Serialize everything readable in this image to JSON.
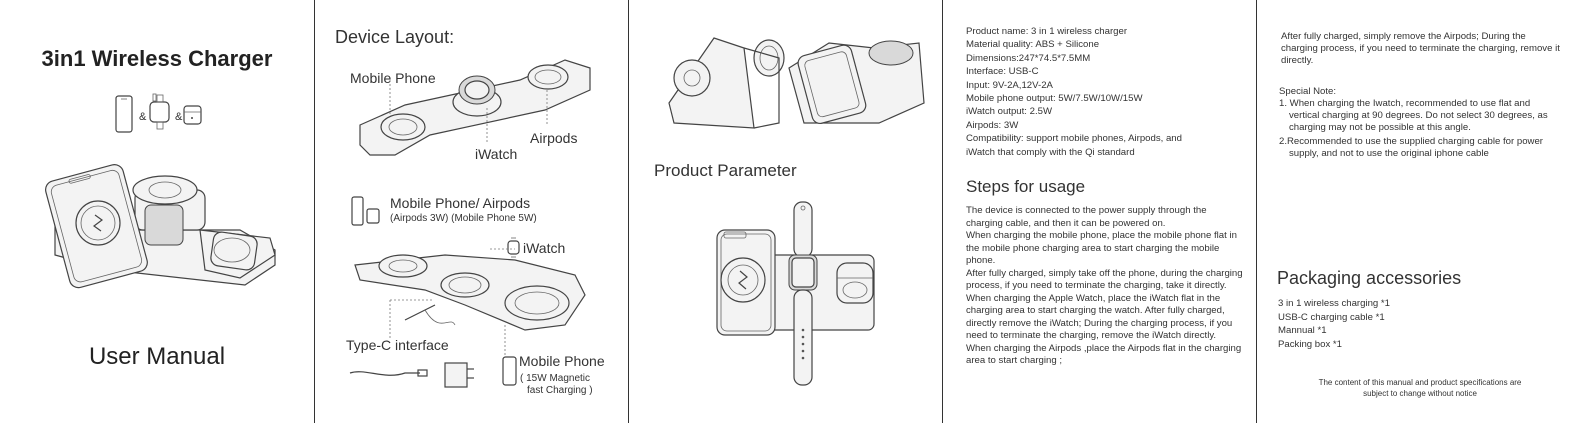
{
  "panel1": {
    "title": "3in1 Wireless Charger",
    "amp1": "&",
    "amp2": "&",
    "footer_title": "User Manual"
  },
  "panel2": {
    "heading": "Device Layout:",
    "top_labels": {
      "mobile_phone": "Mobile Phone",
      "iwatch": "iWatch",
      "airpods": "Airpods"
    },
    "bottom_labels": {
      "mobile_airpods": "Mobile Phone/ Airpods",
      "mobile_airpods_sub": "(Airpods 3W) (Mobile Phone 5W)",
      "iwatch": "iWatch",
      "typec": "Type-C interface",
      "mobile_phone": "Mobile Phone",
      "mobile_phone_sub1": "( 15W Magnetic",
      "mobile_phone_sub2": "fast Charging )"
    }
  },
  "panel3": {
    "heading": "Product Parameter"
  },
  "panel4": {
    "params": [
      "Product name: 3 in 1 wireless charger",
      "Material quality: ABS + Silicone",
      "Dimensions:247*74.5*7.5MM",
      "Interface: USB-C",
      "Input: 9V-2A,12V-2A",
      "Mobile phone output: 5W/7.5W/10W/15W",
      "iWatch output: 2.5W",
      "Airpods: 3W",
      "Compatibility: support mobile phones, Airpods, and iWatch that comply with the Qi standard"
    ],
    "steps_heading": "Steps for usage",
    "steps": [
      "The device is connected to the power supply through the charging cable, and then it can be powered on.",
      "When charging the mobile phone, place the mobile phone flat in the mobile phone charging area to start charging the mobile phone.",
      "After fully charged, simply take off the phone, during the charging process, if you need to terminate the charging, take it directly.",
      "When charging the Apple Watch, place the iWatch flat in the charging area to start charging the watch. After fully charged, directly remove the iWatch; During the charging process, if you need to terminate the charging, remove the iWatch directly.",
      "When charging the Airpods ,place the Airpods flat in the charging area to start charging ;"
    ]
  },
  "panel5": {
    "intro": "After fully charged, simply remove the Airpods; During the charging process, if you need to terminate the charging, remove it directly.",
    "special_note_title": "Special Note:",
    "notes": [
      "1. When charging the Iwatch, recommended to use flat and vertical charging at 90 degrees. Do not select 30 degrees, as charging may not be possible at this angle.",
      "2.Recommended to use the supplied charging cable for power supply, and not to use the original iphone cable"
    ],
    "pack_heading": "Packaging accessories",
    "pack_items": [
      "3 in 1 wireless charging *1",
      "USB-C charging cable *1",
      "Mannual *1",
      "Packing box *1"
    ],
    "notice_line1": "The content of this manual and product specifications are",
    "notice_line2": "subject to change without notice"
  }
}
